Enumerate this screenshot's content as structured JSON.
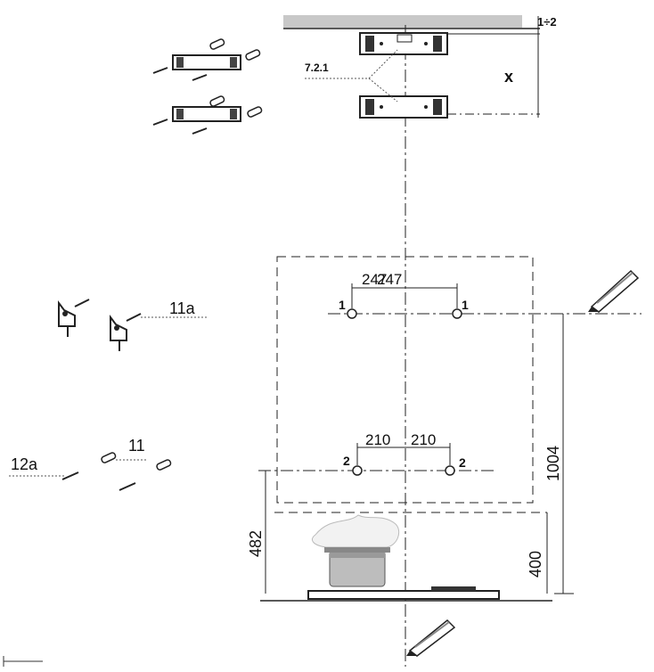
{
  "labels": {
    "gap": "1÷2",
    "ref": "7.2.1",
    "x": "x",
    "d_top_left": "247",
    "d_top_right": "247",
    "p1_left": "1",
    "p1_right": "1",
    "d_mid_left": "210",
    "d_mid_right": "210",
    "p2_left": "2",
    "p2_right": "2",
    "h_total": "1004",
    "h_hood": "400",
    "h_left": "482",
    "part_11a": "11a",
    "part_11": "11",
    "part_12a": "12a"
  },
  "icons": [
    "bracket-icon",
    "screw-icon",
    "wall-plug-icon",
    "hook-icon",
    "pencil-icon",
    "pot-icon",
    "hob-icon",
    "ceiling-icon"
  ]
}
